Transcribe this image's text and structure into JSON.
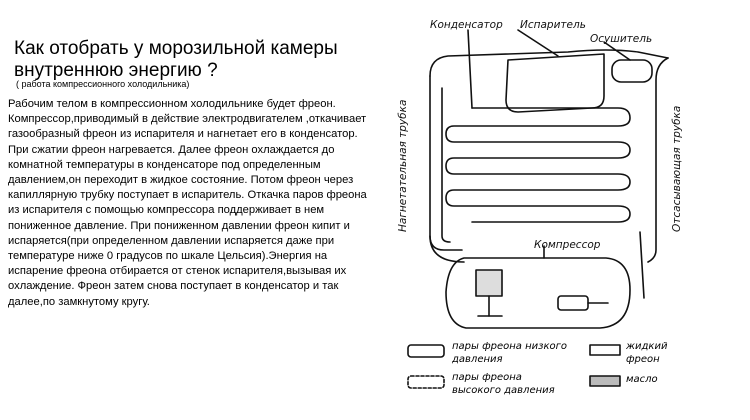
{
  "slide": {
    "title": "Как отобрать у морозильной камеры внутреннюю энергию ?",
    "subtitle": "( работа компрессионного холодильника)",
    "body": "Рабочим телом в компрессионном  холодильнике будет фреон. Компрессор,приводимый в действие электродвигателем ,откачивает газообразный фреон из испарителя и нагнетает его в конденсатор. При сжатии фреон нагревается. Далее фреон охлаждается до комнатной температуры в конденсаторе под определенным давлением,он переходит в жидкое состояние. Потом фреон через капиллярную трубку поступает в испаритель. Откачка паров фреона из испарителя с помощью компрессора поддерживает в нем пониженное давление. При пониженном давлении фреон кипит и испаряется(при определенном давлении испаряется даже при температуре ниже 0 градусов по шкале Цельсия).Энергия на испарение фреона отбирается от стенок испарителя,вызывая их охлаждение. Фреон затем снова поступает в конденсатор и так далее,по замкнутому кругу."
  },
  "diagram": {
    "labels": {
      "condenser": "Конденсатор",
      "evaporator": "Испаритель",
      "dryer": "Осушитель",
      "discharge_tube": "Нагнетательная трубка",
      "suction_tube": "Отсасывающая трубка",
      "compressor": "Компрессор"
    },
    "legend": {
      "low_vapor": "пары фреона низкого давления",
      "liquid": "жидкий фреон",
      "high_vapor": "пары фреона высокого давления",
      "oil": "масло"
    }
  }
}
